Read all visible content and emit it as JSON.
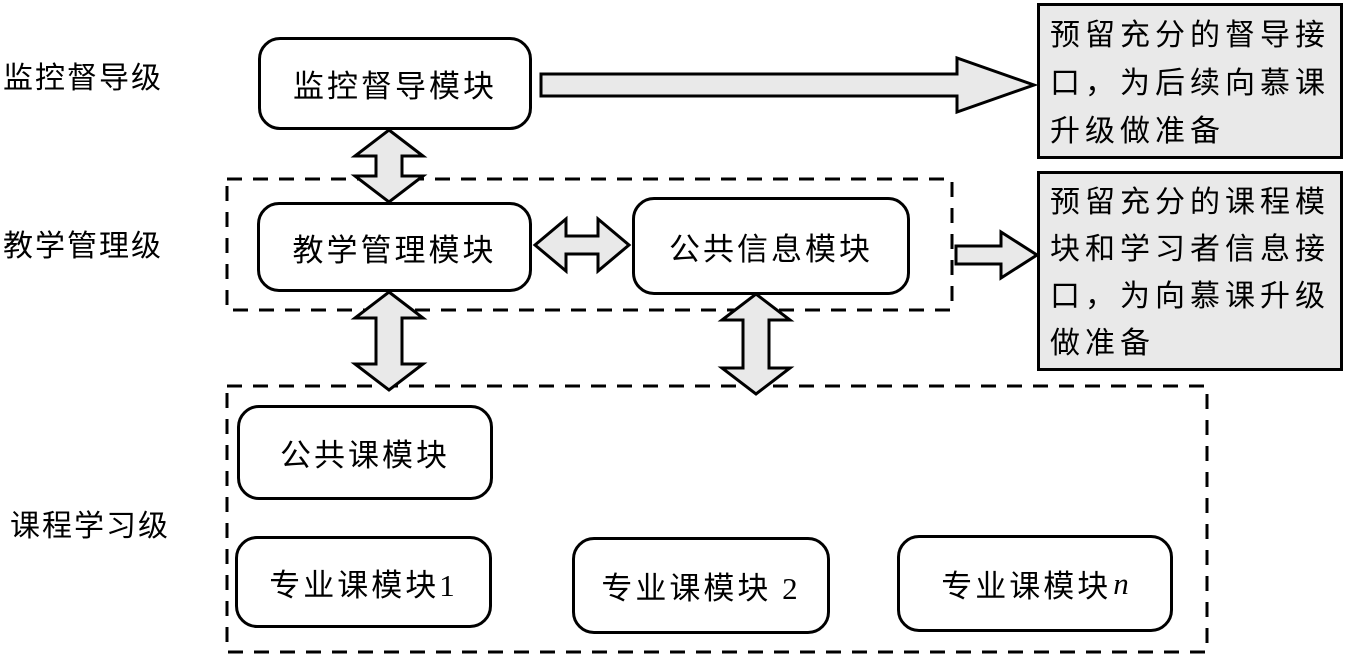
{
  "colors": {
    "line": "#000000",
    "arrow_fill": "#e9e9e9",
    "note_fill": "#e9e9e9",
    "box_bg": "#ffffff",
    "background": "#ffffff"
  },
  "levels": [
    {
      "label": "监控督导级"
    },
    {
      "label": "教学管理级"
    },
    {
      "label": "课程学习级"
    }
  ],
  "modules": {
    "monitor": "监控督导模块",
    "management": "教学管理模块",
    "public_info": "公共信息模块",
    "public_course": "公共课模块",
    "major_course_1": "专业课模块1",
    "major_course_2": "专业课模块 2",
    "major_course_n_prefix": "专业课模块",
    "major_course_n_var": "n"
  },
  "notes": {
    "supervision": {
      "full_text": "预留充分的督导接口，为后续向慕课升级做准备",
      "lines": [
        "预留充分的督导接",
        "口，为后续向慕课",
        "升级做准备"
      ]
    },
    "course": {
      "full_text": "预留充分的课程模块和学习者信息接口，为向慕课升级做准备",
      "lines": [
        "预留充分的课程模",
        "块和学习者信息接",
        "口，为向慕课升级",
        "做准备"
      ]
    }
  }
}
